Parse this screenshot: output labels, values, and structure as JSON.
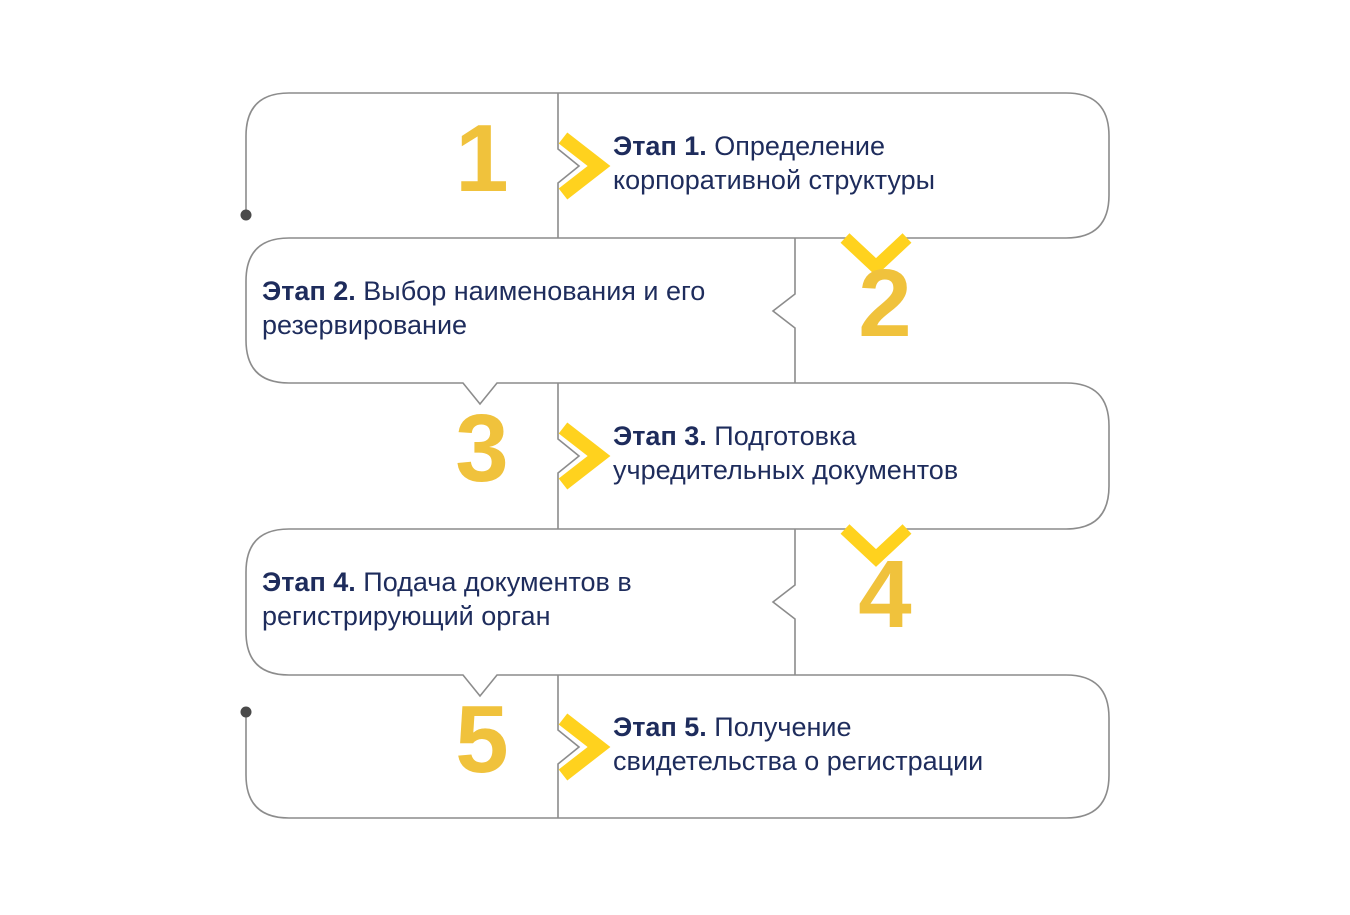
{
  "steps": [
    {
      "number": "1",
      "title": "Этап 1.",
      "line1": "Определение",
      "line2": "корпоративной структуры",
      "number_side": "left"
    },
    {
      "number": "2",
      "title": "Этап 2.",
      "line1": "Выбор наименования и его",
      "line2": "резервирование",
      "number_side": "right"
    },
    {
      "number": "3",
      "title": "Этап 3.",
      "line1": "Подготовка",
      "line2": "учредительных документов",
      "number_side": "left"
    },
    {
      "number": "4",
      "title": "Этап 4.",
      "line1": "Подача документов в",
      "line2": "регистрирующий орган",
      "number_side": "right"
    },
    {
      "number": "5",
      "title": "Этап 5.",
      "line1": "Получение",
      "line2": "свидетельства о регистрации",
      "number_side": "left"
    }
  ],
  "icons": {
    "step_pointer": "chevron-right-icon",
    "flow_connector": "chevron-down-icon",
    "path_endpoint": "dot-icon"
  },
  "colors": {
    "number_accent": "#F0C23C",
    "chevron_accent": "#FFD21E",
    "text": "#1E2C5C",
    "outline": "#8C8C8C",
    "dot": "#4A4A4A",
    "background": "#FFFFFF"
  }
}
